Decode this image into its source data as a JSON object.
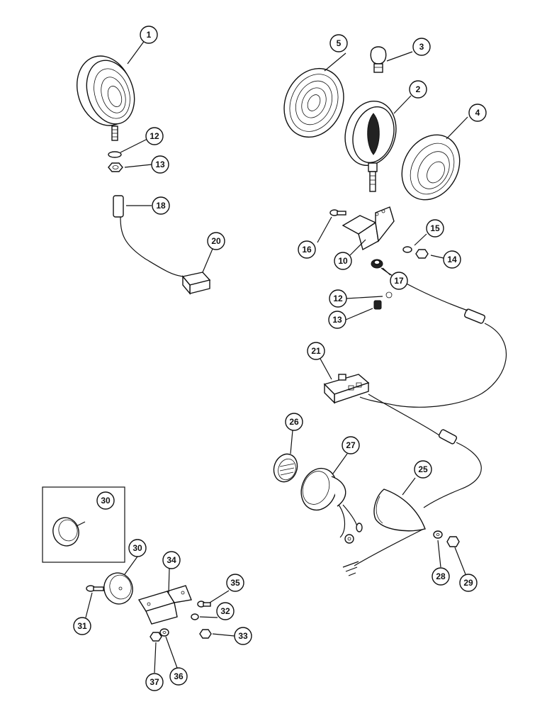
{
  "callouts": {
    "c1": "1",
    "c2": "2",
    "c3": "3",
    "c4": "4",
    "c5": "5",
    "c10": "10",
    "c12a": "12",
    "c12b": "12",
    "c13a": "13",
    "c13b": "13",
    "c14": "14",
    "c15": "15",
    "c16": "16",
    "c17": "17",
    "c18": "18",
    "c20": "20",
    "c21": "21",
    "c25": "25",
    "c26": "26",
    "c27": "27",
    "c28": "28",
    "c29": "29",
    "c30a": "30",
    "c30b": "30",
    "c31": "31",
    "c32": "32",
    "c33": "33",
    "c34": "34",
    "c35": "35",
    "c36": "36",
    "c37": "37"
  }
}
